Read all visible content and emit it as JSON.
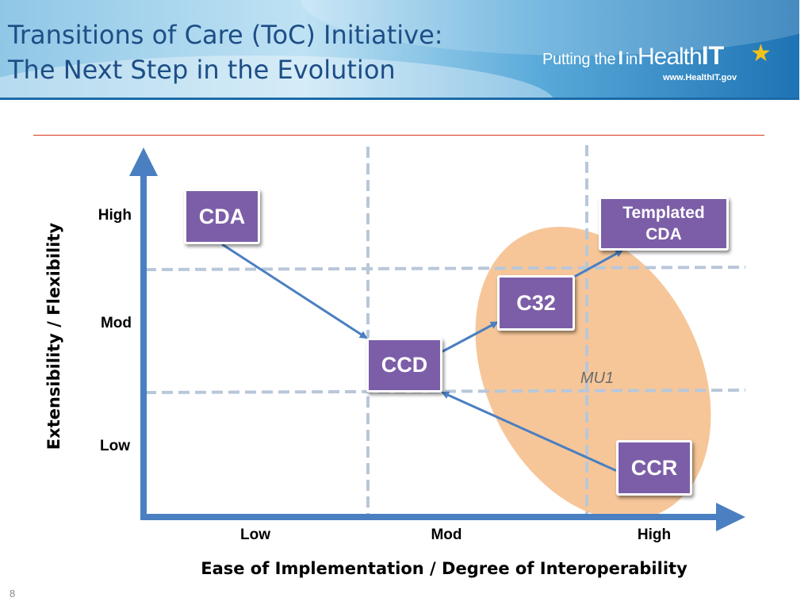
{
  "slide": {
    "title_line1": "Transitions of Care (ToC) Initiative:",
    "title_line2": "The Next Step in the Evolution",
    "page_number": "8"
  },
  "logo": {
    "part_putting": "Putting the",
    "part_i": "I",
    "part_in": "in",
    "part_health": "Health",
    "part_it": "IT",
    "url": "www.HealthIT.gov"
  },
  "colors": {
    "node_fill": "#7c5ea8",
    "arrow": "#4a7fc1",
    "axis": "#4a7fc1",
    "ellipse": "#f5c08e",
    "divider": "#d9371c",
    "gridline": "#b8c7d9"
  },
  "axes": {
    "x_label": "Ease of Implementation / Degree of Interoperability",
    "y_label": "Extensibility / Flexibility",
    "x_ticks": [
      "Low",
      "Mod",
      "High"
    ],
    "y_ticks": [
      "High",
      "Mod",
      "Low"
    ]
  },
  "nodes": [
    {
      "id": "cda",
      "lines": [
        "CDA"
      ]
    },
    {
      "id": "ccd",
      "lines": [
        "CCD"
      ]
    },
    {
      "id": "c32",
      "lines": [
        "C32"
      ]
    },
    {
      "id": "templated",
      "lines": [
        "Templated",
        "CDA"
      ]
    },
    {
      "id": "ccr",
      "lines": [
        "CCR"
      ]
    }
  ],
  "edges": [
    {
      "from": "cda",
      "to": "ccd"
    },
    {
      "from": "ccd",
      "to": "c32"
    },
    {
      "from": "c32",
      "to": "templated"
    },
    {
      "from": "ccr",
      "to": "ccd"
    }
  ],
  "region": {
    "label": "MU1"
  }
}
